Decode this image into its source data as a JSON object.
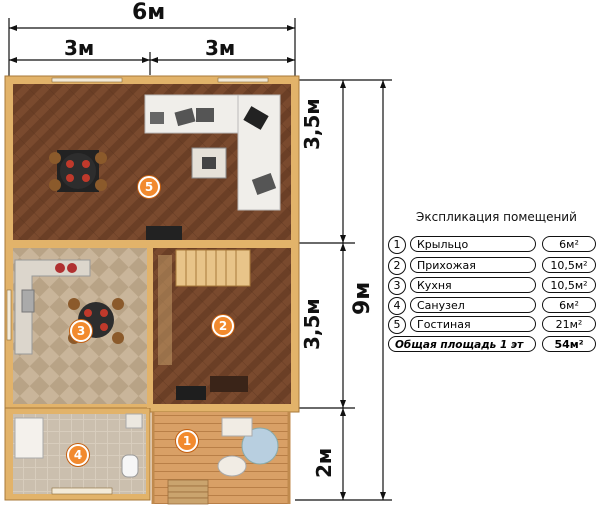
{
  "dimensions": {
    "top_total": "6м",
    "top_left": "3м",
    "top_right": "3м",
    "right_1": "3,5м",
    "right_2": "3,5м",
    "right_3": "2м",
    "right_total": "9м"
  },
  "legend": {
    "title": "Экспликация помещений",
    "rooms": [
      {
        "num": "1",
        "name": "Крыльцо",
        "area": "6м²"
      },
      {
        "num": "2",
        "name": "Прихожая",
        "area": "10,5м²"
      },
      {
        "num": "3",
        "name": "Кухня",
        "area": "10,5м²"
      },
      {
        "num": "4",
        "name": "Санузел",
        "area": "6м²"
      },
      {
        "num": "5",
        "name": "Гостиная",
        "area": "21м²"
      }
    ],
    "total_label": "Общая площадь 1 эт",
    "total_area": "54м²"
  },
  "markers": [
    "1",
    "2",
    "3",
    "4",
    "5"
  ],
  "colors": {
    "wall": "#e2b36a",
    "wood_floor": "#7a4a2e",
    "tile_floor": "#c9b59a",
    "porch_deck": "#d9a066",
    "marker": "#f28a2e"
  }
}
